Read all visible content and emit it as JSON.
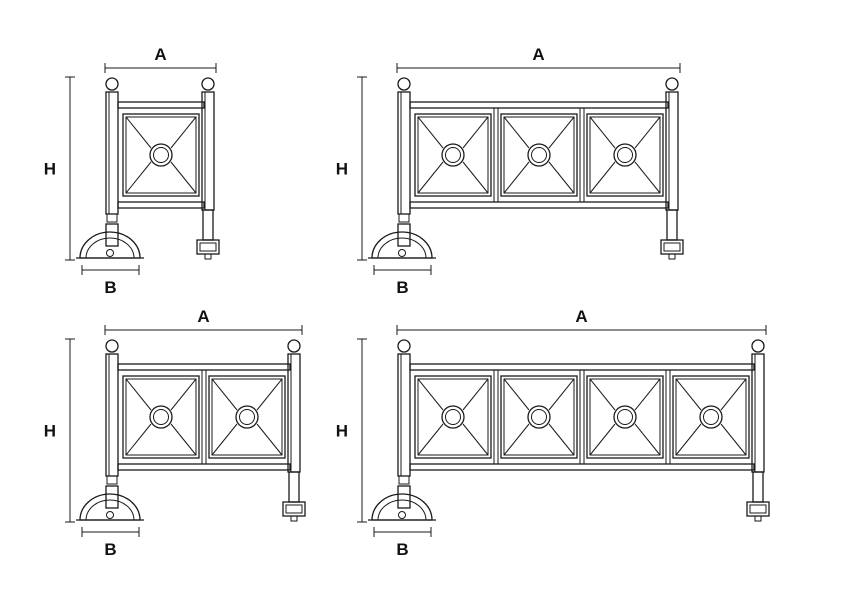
{
  "diagrams": [
    {
      "panels": 1,
      "labels": {
        "width": "A",
        "height": "H",
        "base": "B"
      }
    },
    {
      "panels": 3,
      "labels": {
        "width": "A",
        "height": "H",
        "base": "B"
      }
    },
    {
      "panels": 2,
      "labels": {
        "width": "A",
        "height": "H",
        "base": "B"
      }
    },
    {
      "panels": 4,
      "labels": {
        "width": "A",
        "height": "H",
        "base": "B"
      }
    }
  ]
}
